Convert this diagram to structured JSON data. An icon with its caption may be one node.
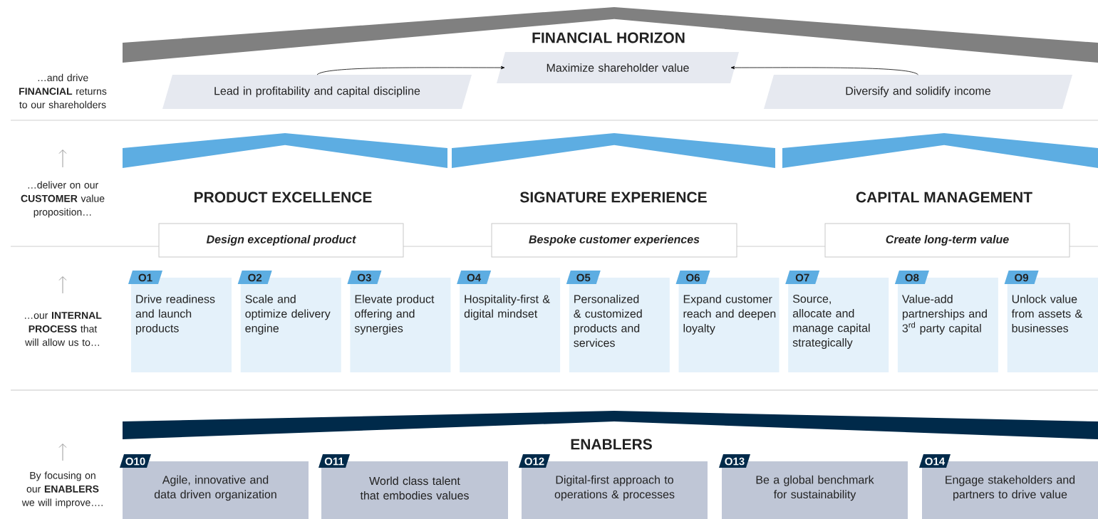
{
  "diagram": {
    "nodes": [
      {
        "text": [
          "Lead in profitability and capital discipline"
        ]
      },
      {
        "text": [
          "Maximize shareholder value"
        ]
      },
      {
        "text": [
          "Diversify and solidify income"
        ]
      },
      {
        "text": [
          "Design exceptional product"
        ]
      },
      {
        "text": [
          "Bespoke customer experiences"
        ]
      },
      {
        "text": [
          "Create long-term value"
        ]
      },
      {
        "text": [
          "O1",
          "Drive readiness and launch products"
        ]
      },
      {
        "text": [
          "O2",
          "Scale and optimize delivery engine"
        ]
      },
      {
        "text": [
          "O3",
          "Elevate product offering and synergies"
        ]
      },
      {
        "text": [
          "O4",
          "Hospitality-first & digital mindset"
        ]
      },
      {
        "text": [
          "O5",
          "Personalized & customized products and services"
        ]
      },
      {
        "text": [
          "O6",
          "Expand customer reach and deepen loyalty"
        ]
      },
      {
        "text": [
          "O7",
          "Source, allocate and manage capital strategically"
        ]
      },
      {
        "text": [
          "O8",
          "Value-add partnerships and 3$^{rd}$ party capital"
        ]
      },
      {
        "text": [
          "O9",
          "Unlock value from assets & businesses"
        ]
      },
      {
        "text": [
          "O10",
          "Agile, innovative and data driven organization"
        ]
      },
      {
        "text": [
          "O11",
          "World class talent that embodies values"
        ]
      },
      {
        "text": [
          "O12",
          "Digital-first approach to operations & processes"
        ]
      },
      {
        "text": [
          "O13",
          "Be a global benchmark for sustainability"
        ]
      },
      {
        "text": [
          "O14",
          "Engage stakeholders and partners to drive value"
        ]
      }
    ],
    "edges": [
      {
        "from": 0,
        "to": 1,
        "arrow": "to"
      },
      {
        "from": 2,
        "to": 1,
        "arrow": "to"
      }
    ],
    "labels": [
      "FINANCIAL HORIZON",
      "…and drive **FINANCIAL** returns to our shareholders",
      "…deliver on our **CUSTOMER** value proposition…",
      "PRODUCT EXCELLENCE",
      "SIGNATURE EXPERIENCE",
      "CAPITAL MANAGEMENT",
      "…our **INTERNAL PROCESS** that will allow us to…",
      "ENABLERS",
      "By focusing on our **ENABLERS** we will improve…."
    ]
  }
}
